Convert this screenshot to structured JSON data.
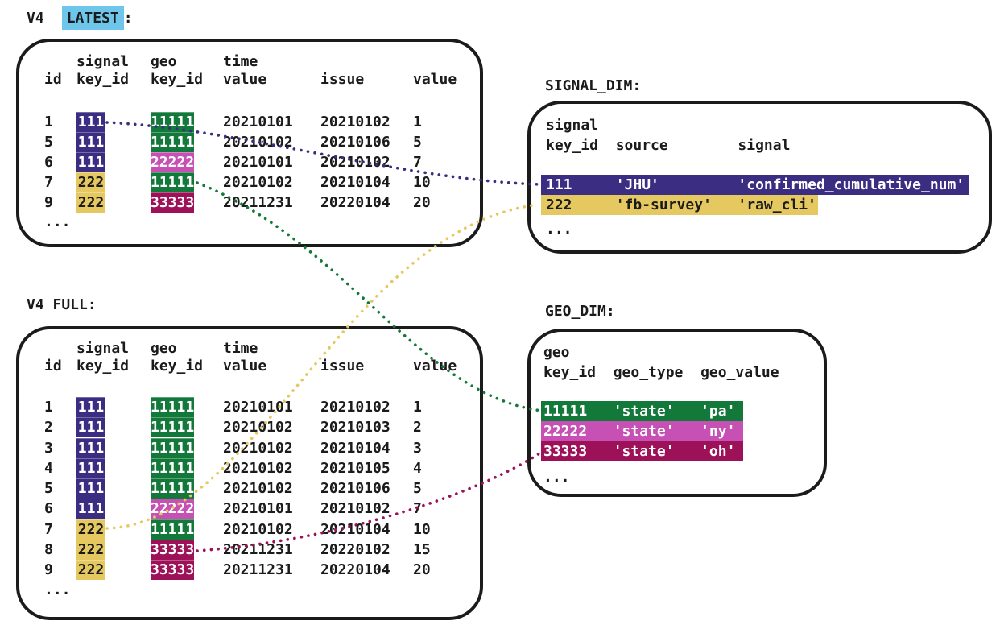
{
  "colors": {
    "purple": "#3a2d82",
    "green": "#13793a",
    "pink": "#c750b4",
    "maroon": "#9d1159",
    "yellow": "#e5c960",
    "blue": "#6ec7ea",
    "ink": "#1b1b1b"
  },
  "text_colors": {
    "purple": "#ffffff",
    "green": "#ffffff",
    "pink": "#ffffff",
    "maroon": "#ffffff",
    "yellow": "#1b1b1b"
  },
  "tables": {
    "v4_latest": {
      "title_prefix": "V4",
      "title_highlight": "LATEST",
      "title_suffix": ":",
      "headers": {
        "signal": "signal",
        "geo": "geo",
        "time": "time",
        "id": "id",
        "key_id": "key_id",
        "value": "value",
        "issue": "issue"
      },
      "rows": [
        {
          "id": "1",
          "signal_key": "111",
          "signal_color": "purple",
          "geo_key": "11111",
          "geo_color": "green",
          "time_value": "20210101",
          "issue": "20210102",
          "value": "1"
        },
        {
          "id": "5",
          "signal_key": "111",
          "signal_color": "purple",
          "geo_key": "11111",
          "geo_color": "green",
          "time_value": "20210102",
          "issue": "20210106",
          "value": "5"
        },
        {
          "id": "6",
          "signal_key": "111",
          "signal_color": "purple",
          "geo_key": "22222",
          "geo_color": "pink",
          "time_value": "20210101",
          "issue": "20210102",
          "value": "7"
        },
        {
          "id": "7",
          "signal_key": "222",
          "signal_color": "yellow",
          "geo_key": "11111",
          "geo_color": "green",
          "time_value": "20210102",
          "issue": "20210104",
          "value": "10"
        },
        {
          "id": "9",
          "signal_key": "222",
          "signal_color": "yellow",
          "geo_key": "33333",
          "geo_color": "maroon",
          "time_value": "20211231",
          "issue": "20220104",
          "value": "20"
        }
      ],
      "ellipsis": "..."
    },
    "v4_full": {
      "title": "V4 FULL:",
      "headers": {
        "signal": "signal",
        "geo": "geo",
        "time": "time",
        "id": "id",
        "key_id": "key_id",
        "value": "value",
        "issue": "issue"
      },
      "rows": [
        {
          "id": "1",
          "signal_key": "111",
          "signal_color": "purple",
          "geo_key": "11111",
          "geo_color": "green",
          "time_value": "20210101",
          "issue": "20210102",
          "value": "1"
        },
        {
          "id": "2",
          "signal_key": "111",
          "signal_color": "purple",
          "geo_key": "11111",
          "geo_color": "green",
          "time_value": "20210102",
          "issue": "20210103",
          "value": "2"
        },
        {
          "id": "3",
          "signal_key": "111",
          "signal_color": "purple",
          "geo_key": "11111",
          "geo_color": "green",
          "time_value": "20210102",
          "issue": "20210104",
          "value": "3"
        },
        {
          "id": "4",
          "signal_key": "111",
          "signal_color": "purple",
          "geo_key": "11111",
          "geo_color": "green",
          "time_value": "20210102",
          "issue": "20210105",
          "value": "4"
        },
        {
          "id": "5",
          "signal_key": "111",
          "signal_color": "purple",
          "geo_key": "11111",
          "geo_color": "green",
          "time_value": "20210102",
          "issue": "20210106",
          "value": "5"
        },
        {
          "id": "6",
          "signal_key": "111",
          "signal_color": "purple",
          "geo_key": "22222",
          "geo_color": "pink",
          "time_value": "20210101",
          "issue": "20210102",
          "value": "7"
        },
        {
          "id": "7",
          "signal_key": "222",
          "signal_color": "yellow",
          "geo_key": "11111",
          "geo_color": "green",
          "time_value": "20210102",
          "issue": "20210104",
          "value": "10"
        },
        {
          "id": "8",
          "signal_key": "222",
          "signal_color": "yellow",
          "geo_key": "33333",
          "geo_color": "maroon",
          "time_value": "20211231",
          "issue": "20220102",
          "value": "15"
        },
        {
          "id": "9",
          "signal_key": "222",
          "signal_color": "yellow",
          "geo_key": "33333",
          "geo_color": "maroon",
          "time_value": "20211231",
          "issue": "20220104",
          "value": "20"
        }
      ],
      "ellipsis": "..."
    },
    "signal_dim": {
      "title": "SIGNAL_DIM:",
      "header_line1": "signal",
      "header_line2": "key_id  source        signal",
      "rows": [
        {
          "text": "111     'JHU'         'confirmed_cumulative_num'",
          "color": "purple"
        },
        {
          "text": "222     'fb-survey'   'raw_cli'",
          "color": "yellow"
        }
      ],
      "ellipsis": "..."
    },
    "geo_dim": {
      "title": "GEO_DIM:",
      "header_line1": "geo",
      "header_line2": "key_id  geo_type  geo_value",
      "rows": [
        {
          "text": "11111   'state'   'pa'",
          "color": "green"
        },
        {
          "text": "22222   'state'   'ny'",
          "color": "pink"
        },
        {
          "text": "33333   'state'   'oh'",
          "color": "maroon"
        }
      ],
      "ellipsis": "..."
    }
  },
  "connectors": [
    {
      "name": "signal-key-111-link",
      "color": "purple"
    },
    {
      "name": "signal-key-222-link",
      "color": "yellow"
    },
    {
      "name": "geo-key-11111-link",
      "color": "green"
    },
    {
      "name": "geo-key-33333-link",
      "color": "maroon"
    }
  ]
}
